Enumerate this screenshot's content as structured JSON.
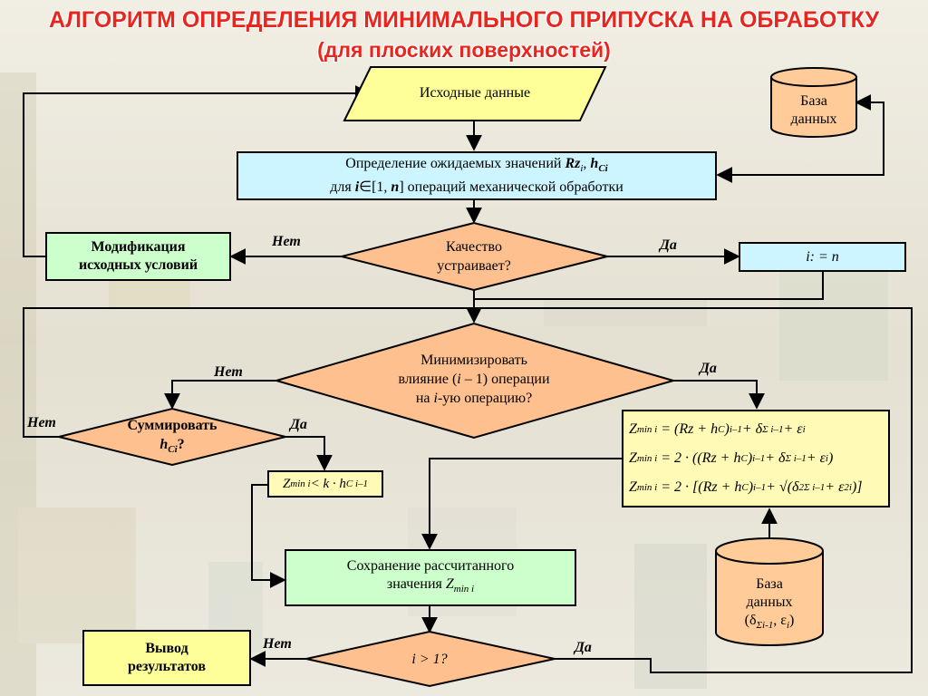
{
  "title": {
    "line1": "АЛГОРИТМ ОПРЕДЕЛЕНИЯ МИНИМАЛЬНОГО ПРИПУСКА НА ОБРАБОТКУ",
    "line2": "(для плоских поверхностей)"
  },
  "nodes": {
    "input_data": "Исходные данные",
    "database_top": {
      "line1": "База",
      "line2": "данных"
    },
    "expected_values": {
      "line1_text": "Определение ожидаемых значений ",
      "line1_var": "Rz",
      "line1_sub": "i",
      "line1_sep": ", ",
      "line1_var2": "h",
      "line1_sub2": "Ci",
      "line2_a": "для ",
      "line2_i": "i",
      "line2_b": "∈[1, ",
      "line2_n": "n",
      "line2_c": "] операций механической обработки"
    },
    "modification": {
      "line1": "Модификация",
      "line2": "исходных условий"
    },
    "quality": {
      "line1": "Качество",
      "line2": "устраивает?"
    },
    "assign": "i: = n",
    "minimize": {
      "line1": "Минимизировать",
      "line2_a": "влияние (",
      "line2_i": "i",
      "line2_b": " – 1) операции",
      "line3_a": "на ",
      "line3_i": "i",
      "line3_b": "-ую операцию?"
    },
    "sum": {
      "line1": "Суммировать",
      "line2_var": "h",
      "line2_sub": "Ci",
      "line2_q": "?"
    },
    "condition": {
      "z": "Z",
      "zsub": "min i",
      "rel": " < k · h",
      "hsub": "C i–1"
    },
    "formulas": [
      {
        "lhs": "Z",
        "lhs_sub": "min i",
        "rhs": "= (Rz + h",
        "rhs_sub1": "C",
        "rhs_mid": ")",
        "rhs_sub2": "i–1",
        "rhs_end": " + δ",
        "rhs_sub3": "Σ i–1",
        "rhs_tail": " + ε",
        "rhs_sub4": "i"
      },
      {
        "lhs": "Z",
        "lhs_sub": "min i",
        "rhs": "= 2 · ((Rz + h",
        "rhs_sub1": "C",
        "rhs_mid": ")",
        "rhs_sub2": "i–1",
        "rhs_end": " + δ",
        "rhs_sub3": "Σ i–1",
        "rhs_tail": " + ε",
        "rhs_sub4": "i",
        "rhs_close": ")"
      },
      {
        "lhs": "Z",
        "lhs_sub": "min i",
        "rhs": "= 2 · [(Rz + h",
        "rhs_sub1": "C",
        "rhs_mid": ")",
        "rhs_sub2": "i–1",
        "rhs_end": " + √(δ",
        "rhs_sub3": "Σ i–1",
        "rhs_sup3": "2",
        "rhs_tail": " + ε",
        "rhs_sub4": "i",
        "rhs_sup4": "2",
        "rhs_close": ")]"
      }
    ],
    "save": {
      "line1": "Сохранение рассчитанного",
      "line2_a": "значения ",
      "line2_z": "Z",
      "line2_sub": "min i"
    },
    "database_bottom": {
      "line1": "База",
      "line2": "данных",
      "line3_a": "(δ",
      "line3_sub1": "Σi-1",
      "line3_b": ", ε",
      "line3_sub2": "i",
      "line3_c": ")"
    },
    "output": {
      "line1": "Вывод",
      "line2": "результатов"
    },
    "i_gt_1": "i > 1?"
  },
  "labels": {
    "quality_no": "Нет",
    "quality_yes": "Да",
    "minimize_no": "Нет",
    "minimize_yes": "Да",
    "sum_no": "Нет",
    "sum_yes": "Да",
    "i_no": "Нет",
    "i_yes": "Да"
  },
  "colors": {
    "title": "#e8261e",
    "parallelogram": "#ffff99",
    "process_blue": "#ccf5ff",
    "process_green": "#ccffcc",
    "decision": "#ffc090",
    "database": "#ffcc99",
    "formula": "#fffbb6"
  }
}
